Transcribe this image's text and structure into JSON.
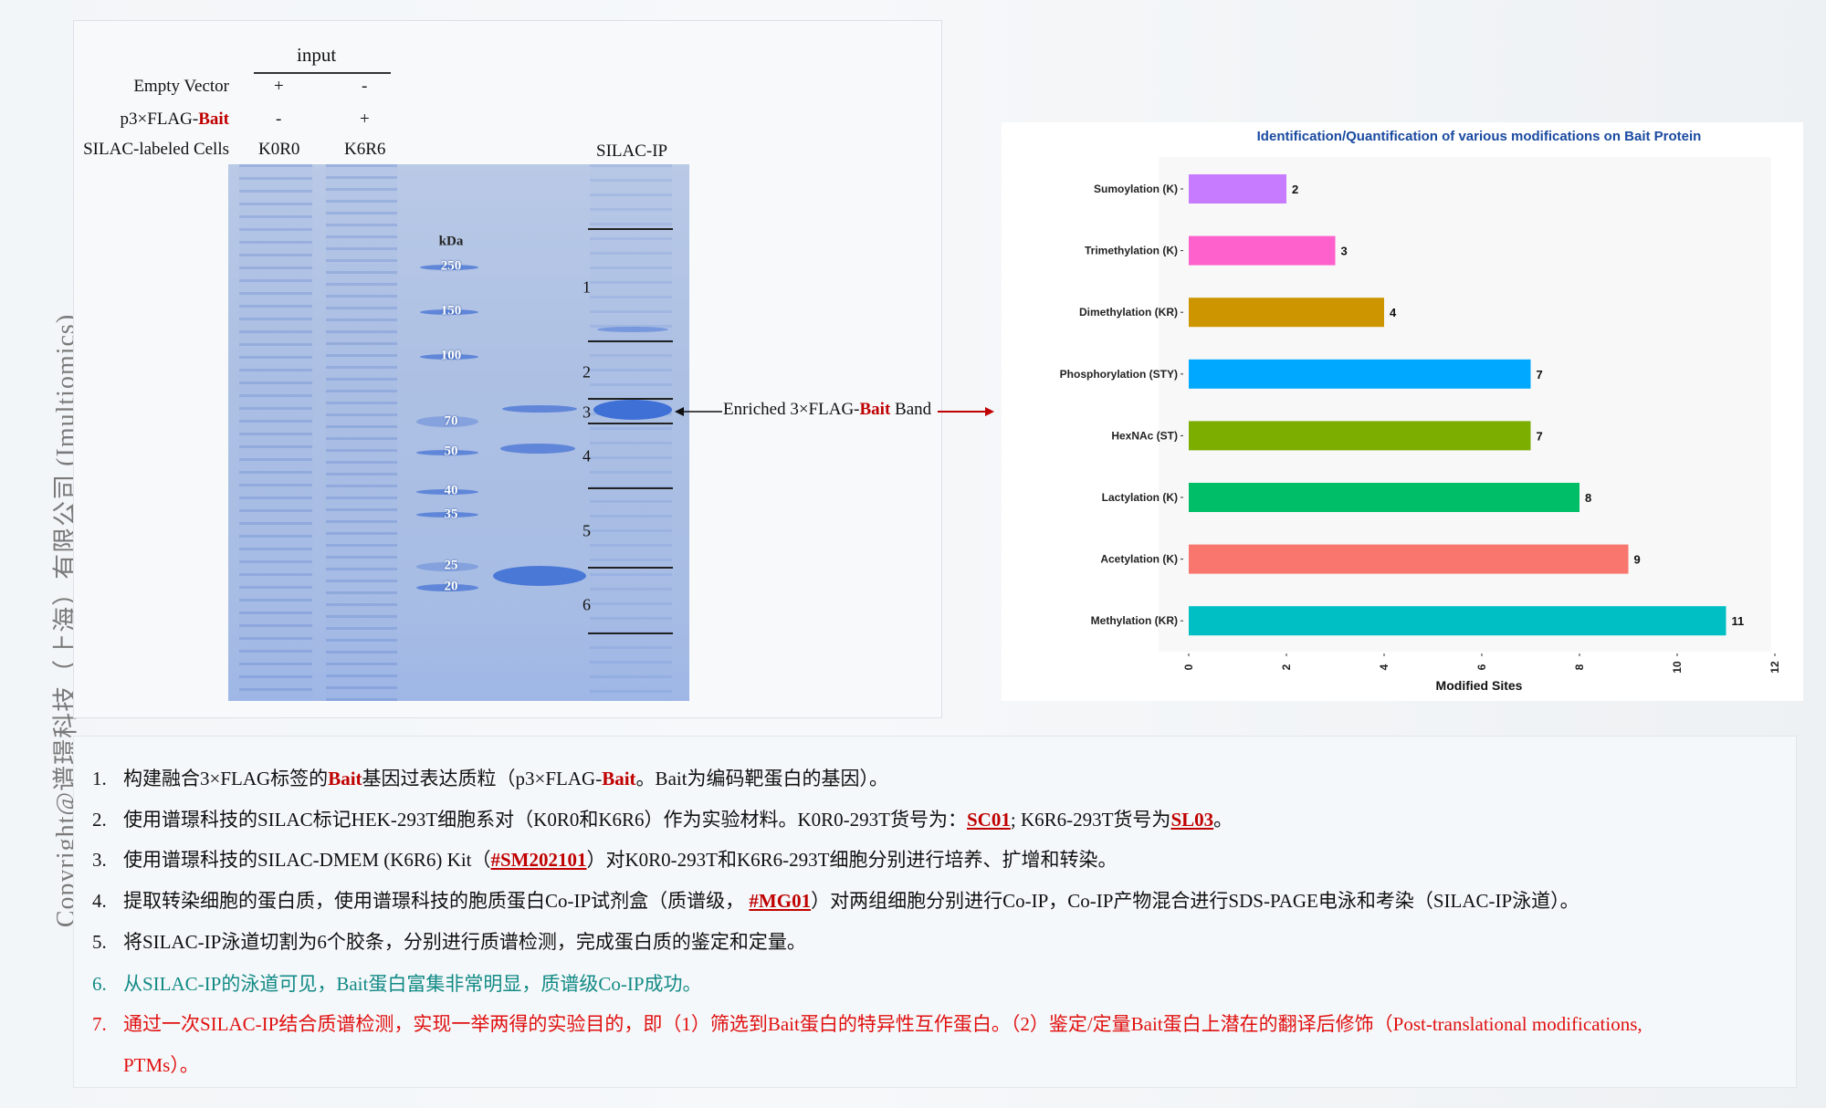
{
  "copyright": "Copyright@谱璟科技（上海）有限公司 (Imultiomics)",
  "gel": {
    "group_label": "input",
    "rows": [
      {
        "label": "Empty Vector",
        "k0r0": "+",
        "k6r6": "-"
      },
      {
        "label_prefix": "p3×FLAG-",
        "label_red": "Bait",
        "k0r0": "-",
        "k6r6": "+"
      },
      {
        "label": "SILAC-labeled  Cells",
        "k0r0": "K0R0",
        "k6r6": "K6R6"
      }
    ],
    "silac_ip_label": "SILAC-IP",
    "marker_unit": "kDa",
    "markers": [
      "250",
      "150",
      "100",
      "70",
      "50",
      "40",
      "35",
      "25",
      "20"
    ],
    "slices": [
      "1",
      "2",
      "3",
      "4",
      "5",
      "6"
    ],
    "annotation_prefix": "Enriched 3×FLAG-",
    "annotation_red": "Bait",
    "annotation_suffix": " Band",
    "colors": {
      "gel": "#adc0e4",
      "band": "#4a78d6",
      "red": "#c00000"
    }
  },
  "chart_data": {
    "type": "bar",
    "orientation": "horizontal",
    "title": "Identification/Quantification of various modifications on Bait Protein",
    "xlabel": "Modified Sites",
    "ylabel": "",
    "xlim": [
      0,
      12
    ],
    "xticks": [
      "0",
      "2",
      "4",
      "6",
      "8",
      "10",
      "12"
    ],
    "categories": [
      "Sumoylation (K)",
      "Trimethylation (K)",
      "Dimethylation (KR)",
      "Phosphorylation (STY)",
      "HexNAc (ST)",
      "Lactylation (K)",
      "Acetylation (K)",
      "Methylation (KR)"
    ],
    "values": [
      2,
      3,
      4,
      7,
      7,
      8,
      9,
      11
    ],
    "colors": [
      "#c77cff",
      "#ff61cc",
      "#cd9600",
      "#00a9ff",
      "#7cae00",
      "#00be67",
      "#f8766d",
      "#00bfc4"
    ],
    "title_color": "#1a4aa0"
  },
  "steps": [
    {
      "num": "1.",
      "parts": [
        {
          "t": "构建融合3×FLAG标签的"
        },
        {
          "t": "Bait",
          "c": "red"
        },
        {
          "t": "基因过表达质粒（p3×FLAG-"
        },
        {
          "t": "Bait",
          "c": "red"
        },
        {
          "t": "。Bait为编码靶蛋白的基因）。"
        }
      ]
    },
    {
      "num": "2.",
      "parts": [
        {
          "t": "使用谱璟科技的SILAC标记HEK-293T细胞系对（K0R0和K6R6）作为实验材料。K0R0-293T货号为："
        },
        {
          "t": "SC01",
          "c": "link"
        },
        {
          "t": "; K6R6-293T货号为"
        },
        {
          "t": "SL03",
          "c": "link"
        },
        {
          "t": "。"
        }
      ]
    },
    {
      "num": "3.",
      "parts": [
        {
          "t": "使用谱璟科技的SILAC-DMEM (K6R6) Kit（"
        },
        {
          "t": "#SM202101",
          "c": "link"
        },
        {
          "t": "）对K0R0-293T和K6R6-293T细胞分别进行培养、扩增和转染。"
        }
      ]
    },
    {
      "num": "4.",
      "parts": [
        {
          "t": "提取转染细胞的蛋白质，使用谱璟科技的胞质蛋白Co-IP试剂盒（质谱级，  "
        },
        {
          "t": "#MG01",
          "c": "link"
        },
        {
          "t": "）对两组细胞分别进行Co-IP，Co-IP产物混合进行SDS-PAGE电泳和考染（SILAC-IP泳道）。"
        }
      ]
    },
    {
      "num": "5.",
      "parts": [
        {
          "t": "将SILAC-IP泳道切割为6个胶条，分别进行质谱检测，完成蛋白质的鉴定和定量。"
        }
      ]
    },
    {
      "num": "6.",
      "cls": "green",
      "parts": [
        {
          "t": "从SILAC-IP的泳道可见，Bait蛋白富集非常明显，质谱级Co-IP成功。"
        }
      ]
    },
    {
      "num": "7.",
      "cls": "redt",
      "parts": [
        {
          "t": "通过一次SILAC-IP结合质谱检测，实现一举两得的实验目的，即（1）筛选到Bait蛋白的特异性互作蛋白。（2）鉴定/定量Bait蛋白上潜在的翻译后修饰（Post-translational modifications,"
        }
      ]
    },
    {
      "num": "",
      "cls": "redt",
      "parts": [
        {
          "t": "PTMs）。"
        }
      ]
    }
  ]
}
